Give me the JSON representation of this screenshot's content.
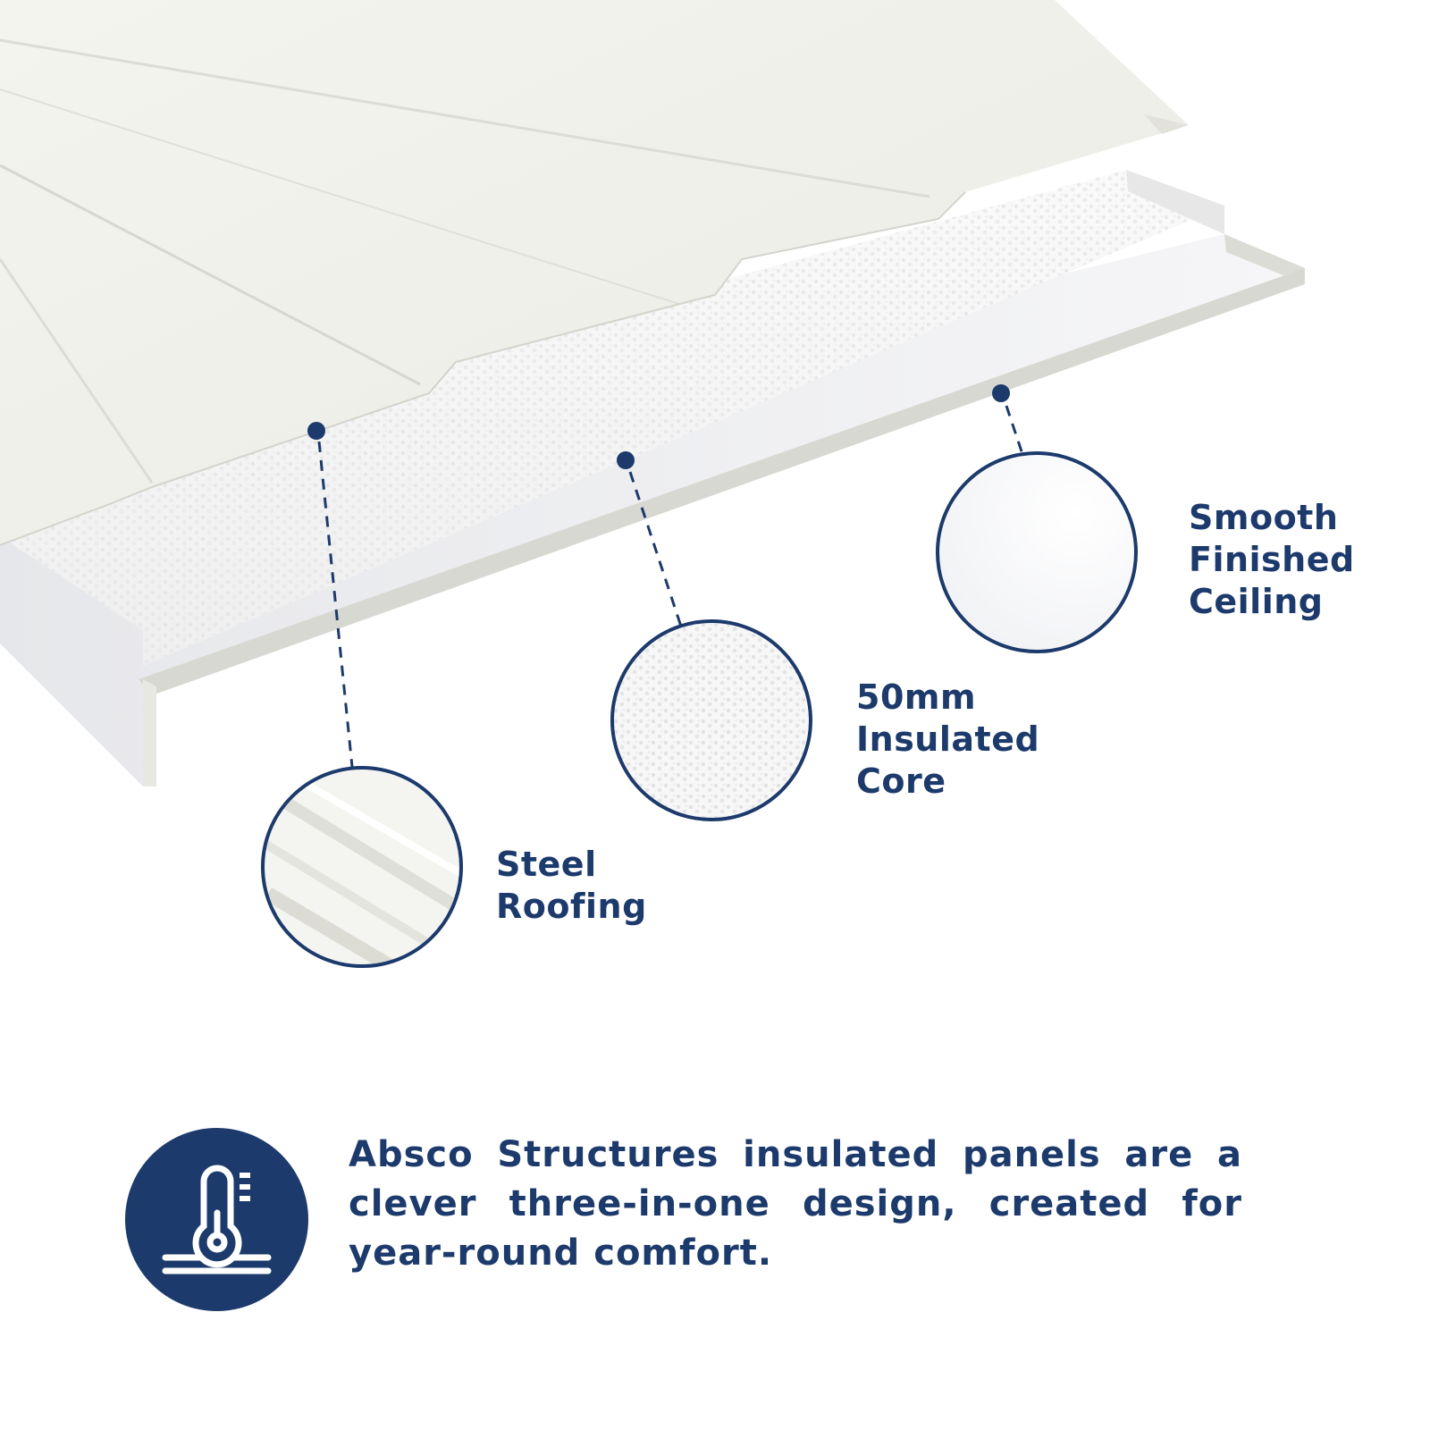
{
  "callouts": {
    "steel_roofing": {
      "lines": [
        "Steel",
        "Roofing"
      ]
    },
    "insulated_core": {
      "lines": [
        "50mm",
        "Insulated",
        "Core"
      ]
    },
    "ceiling": {
      "lines": [
        "Smooth",
        "Finished",
        "Ceiling"
      ]
    }
  },
  "footer": {
    "icon": "thermometer-insulation-icon",
    "text": "Absco Structures insulated panels are a clever three-in-one design, created for year-round comfort."
  },
  "colors": {
    "brand_navy": "#1c3a6b",
    "panel_white": "#f3f3ee",
    "foam_white": "#f5f5f5"
  }
}
